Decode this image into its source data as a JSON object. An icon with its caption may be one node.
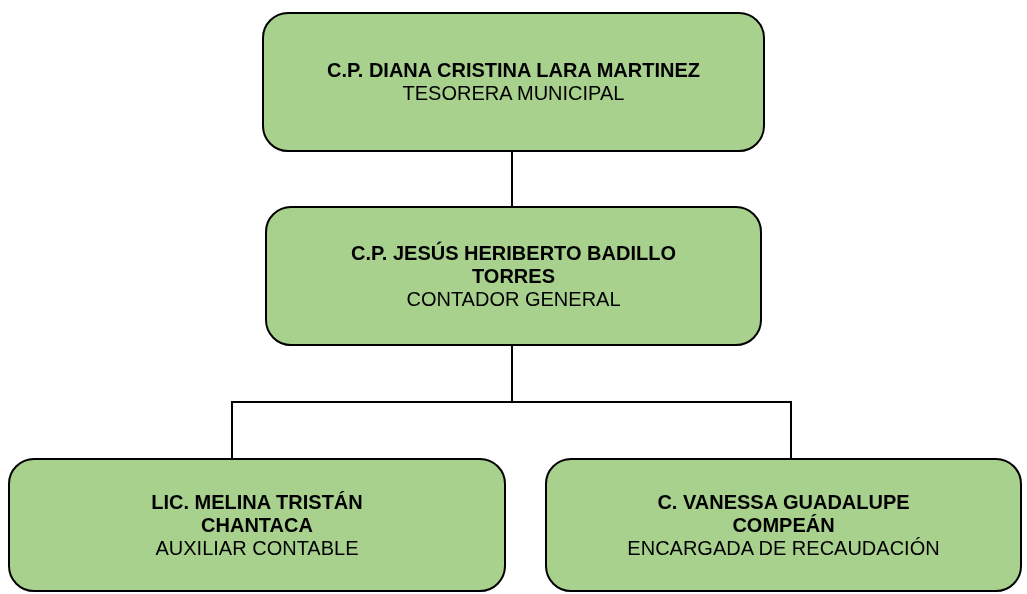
{
  "diagram": {
    "nodes": [
      {
        "text": [
          "C.P. DIANA CRISTINA LARA MARTINEZ",
          "TESORERA MUNICIPAL"
        ]
      },
      {
        "text": [
          "C.P. JESÚS HERIBERTO BADILLO TORRES",
          "CONTADOR GENERAL"
        ]
      },
      {
        "text": [
          "LIC. MELINA TRISTÁN CHANTACA",
          "AUXILIAR CONTABLE"
        ]
      },
      {
        "text": [
          "C. VANESSA GUADALUPE COMPEÁN",
          "ENCARGADA DE RECAUDACIÓN"
        ]
      }
    ],
    "edges": [
      {
        "from": 0,
        "to": 1,
        "arrow": "none"
      },
      {
        "from": 1,
        "to": 2,
        "arrow": "none"
      },
      {
        "from": 1,
        "to": 3,
        "arrow": "none"
      }
    ]
  }
}
